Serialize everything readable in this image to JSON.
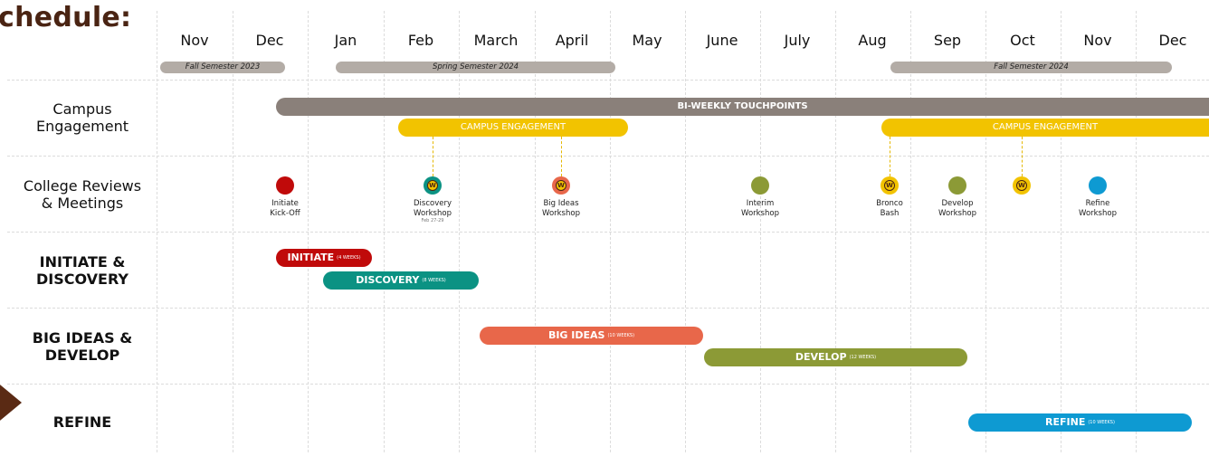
{
  "title": "chedule:",
  "months": [
    "Nov",
    "Dec",
    "Jan",
    "Feb",
    "March",
    "April",
    "May",
    "June",
    "July",
    "Aug",
    "Sep",
    "Oct",
    "Nov",
    "Dec"
  ],
  "semesters": [
    {
      "label": "Fall Semester 2023"
    },
    {
      "label": "Spring Semester 2024"
    },
    {
      "label": "Fall Semester 2024"
    }
  ],
  "rows": [
    {
      "label": "Campus\nEngagement"
    },
    {
      "label": "College Reviews\n& Meetings"
    },
    {
      "label": "INITIATE &\nDISCOVERY"
    },
    {
      "label": "BIG IDEAS &\nDEVELOP"
    },
    {
      "label": "REFINE"
    }
  ],
  "bars": {
    "touchpoints": {
      "label": "BI-WEEKLY TOUCHPOINTS",
      "color": "#8a807a"
    },
    "campus1": {
      "label": "CAMPUS ENGAGEMENT",
      "color": "#f2c300"
    },
    "campus2": {
      "label": "CAMPUS ENGAGEMENT",
      "color": "#f2c300"
    },
    "initiate": {
      "label": "INITIATE",
      "sub": "(4 WEEKS)",
      "color": "#c00a0a"
    },
    "discovery": {
      "label": "DISCOVERY",
      "sub": "(8 WEEKS)",
      "color": "#0b9283"
    },
    "bigideas": {
      "label": "BIG IDEAS",
      "sub": "(10 WEEKS)",
      "color": "#e8674a"
    },
    "develop": {
      "label": "DEVELOP",
      "sub": "(12 WEEKS)",
      "color": "#8c9a36"
    },
    "refine": {
      "label": "REFINE",
      "sub": "(10 WEEKS)",
      "color": "#0e9ad2"
    }
  },
  "events": [
    {
      "label": "Initiate\nKick-Off",
      "color": "#c00a0a",
      "logo": false
    },
    {
      "label": "Discovery\nWorkshop",
      "note": "Feb 27-29",
      "color": "#0b9283",
      "logo": true
    },
    {
      "label": "Big Ideas\nWorkshop",
      "color": "#e8674a",
      "logo": true
    },
    {
      "label": "Interim\nWorkshop",
      "color": "#8c9a36",
      "logo": false
    },
    {
      "label": "Bronco\nBash",
      "color": "#f2c300",
      "logo": true
    },
    {
      "label": "Develop\nWorkshop",
      "color": "#8c9a36",
      "logo": false
    },
    {
      "label": "",
      "color": "#f2c300",
      "logo": true
    },
    {
      "label": "Refine\nWorkshop",
      "color": "#0e9ad2",
      "logo": false
    }
  ],
  "logo_letter": "W"
}
